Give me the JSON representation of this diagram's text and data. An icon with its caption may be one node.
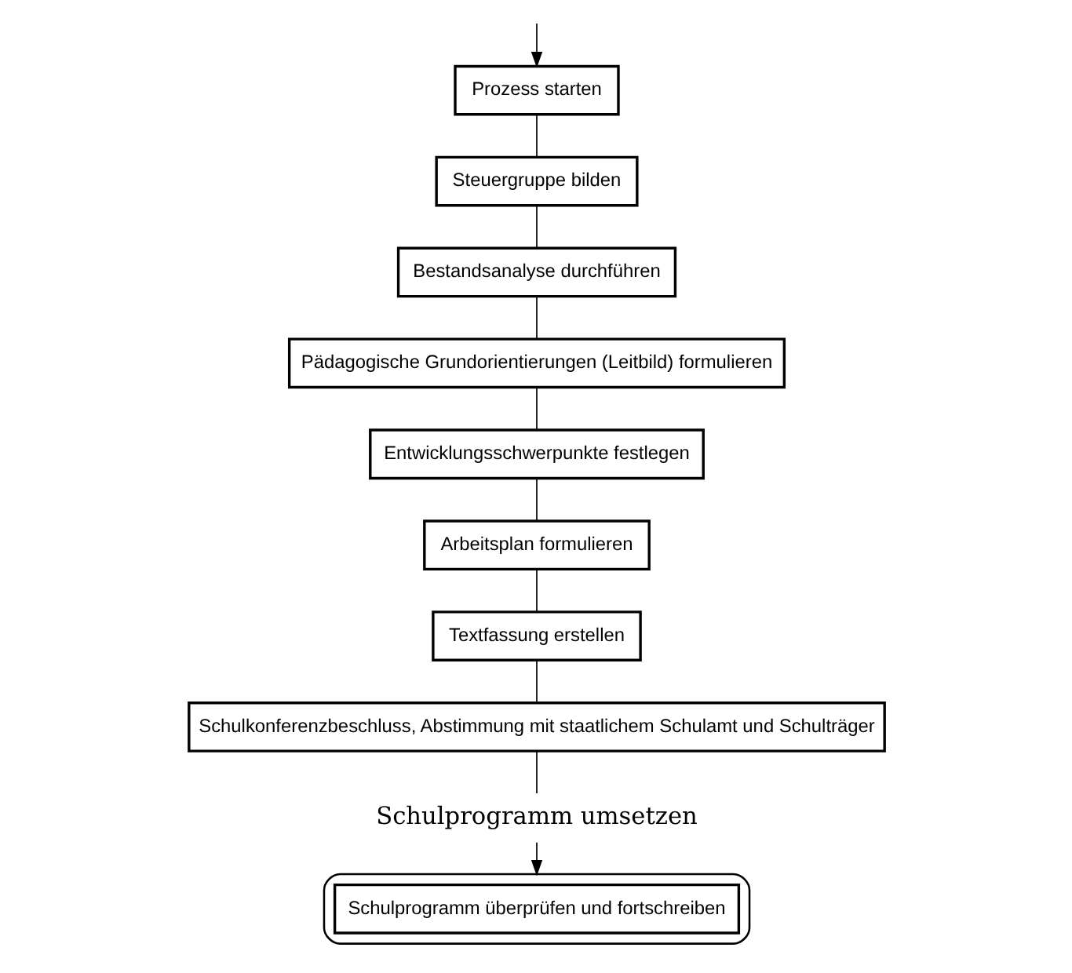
{
  "diagram": {
    "nodes": [
      {
        "text": [],
        "shape": "ellipse"
      },
      {
        "text": [
          "Schulprogramm überprüfen und fortschreiben"
        ],
        "in": 0
      },
      {
        "text": [
          "Schulprogramm umsetzen"
        ]
      },
      {
        "text": [
          "Prozess starten"
        ]
      },
      {
        "text": [
          "Steuergruppe bilden"
        ]
      },
      {
        "text": [
          "Bestandsanalyse durchführen"
        ]
      },
      {
        "text": [
          "Pädagogische Grundorientierungen (Leitbild) formulieren"
        ]
      },
      {
        "text": [
          "Entwicklungsschwerpunkte festlegen"
        ]
      },
      {
        "text": [
          "Arbeitsplan formulieren"
        ]
      },
      {
        "text": [
          "Textfassung erstellen"
        ]
      },
      {
        "text": [
          "Schulkonferenzbeschluss, Abstimmung mit staatlichem Schulamt und Schulträger"
        ]
      }
    ],
    "edges": [
      {
        "from": null,
        "to": 3,
        "arrow": "to"
      },
      {
        "from": 3,
        "to": 4,
        "arrow": "none"
      },
      {
        "from": 4,
        "to": 5,
        "arrow": "none"
      },
      {
        "from": 5,
        "to": 6,
        "arrow": "none"
      },
      {
        "from": 6,
        "to": 7,
        "arrow": "none"
      },
      {
        "from": 7,
        "to": 8,
        "arrow": "none"
      },
      {
        "from": 8,
        "to": 9,
        "arrow": "none"
      },
      {
        "from": 9,
        "to": 10,
        "arrow": "none"
      },
      {
        "from": 10,
        "to": 2,
        "arrow": "none"
      },
      {
        "from": 2,
        "to": 0,
        "arrow": "to"
      }
    ]
  }
}
